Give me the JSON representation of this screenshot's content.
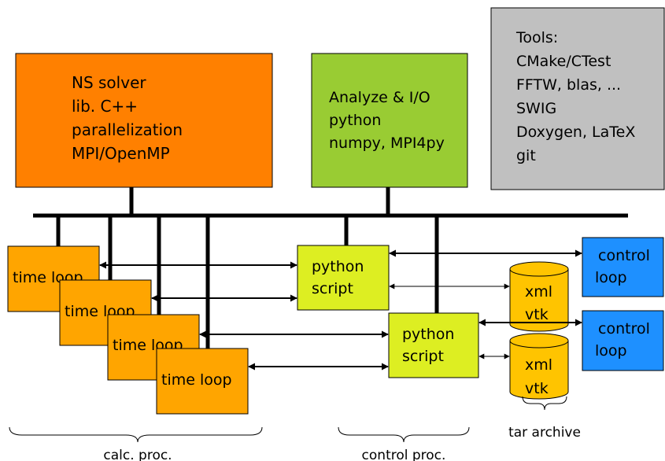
{
  "colors": {
    "solver": "#FF8000",
    "analyze": "#99CC33",
    "tools": "#C0C0C0",
    "time_loop": "#FFA500",
    "python_script": "#DDEE22",
    "control_loop": "#1E90FF",
    "database": "#FFC400",
    "line": "#000000"
  },
  "solver_box": {
    "lines": [
      "NS solver",
      "lib. C++",
      "parallelization",
      "MPI/OpenMP"
    ]
  },
  "analyze_box": {
    "lines": [
      "Analyze & I/O",
      "python",
      "numpy, MPI4py"
    ]
  },
  "tools_box": {
    "lines": [
      "Tools:",
      "CMake/CTest",
      "FFTW, blas, ...",
      "SWIG",
      "Doxygen, LaTeX",
      "git"
    ]
  },
  "time_loops": [
    "time loop",
    "time loop",
    "time loop",
    "time loop"
  ],
  "python_scripts": [
    {
      "lines": [
        "python",
        "script"
      ]
    },
    {
      "lines": [
        "python",
        "script"
      ]
    }
  ],
  "databases": [
    {
      "lines": [
        "xml",
        "vtk"
      ]
    },
    {
      "lines": [
        "xml",
        "vtk"
      ]
    }
  ],
  "control_loops": [
    {
      "lines": [
        "control",
        "loop"
      ]
    },
    {
      "lines": [
        "control",
        "loop"
      ]
    }
  ],
  "braces": {
    "calc": "calc. proc.",
    "control": "control proc.",
    "tar": "tar archive"
  }
}
